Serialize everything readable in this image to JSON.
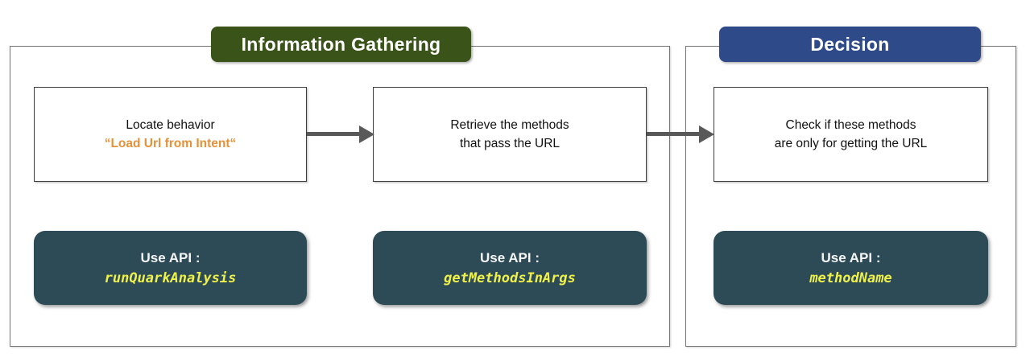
{
  "colors": {
    "green_header": "#3a5319",
    "blue_header": "#2e4a89",
    "teal_box": "#2d4b56",
    "api_yellow": "#eff04a",
    "highlight_orange": "#e69138",
    "arrow_gray": "#595959"
  },
  "sections": [
    {
      "title": "Information Gathering"
    },
    {
      "title": "Decision"
    }
  ],
  "steps": [
    {
      "line1": "Locate behavior",
      "line2": "“Load Url from Intent“",
      "api_label": "Use API :",
      "api_name": "runQuarkAnalysis"
    },
    {
      "line1": "Retrieve the methods",
      "line2": "that pass the URL",
      "api_label": "Use API :",
      "api_name": "getMethodsInArgs"
    },
    {
      "line1": "Check if these methods",
      "line2": "are only for getting the URL",
      "api_label": "Use API :",
      "api_name": "methodName"
    }
  ]
}
